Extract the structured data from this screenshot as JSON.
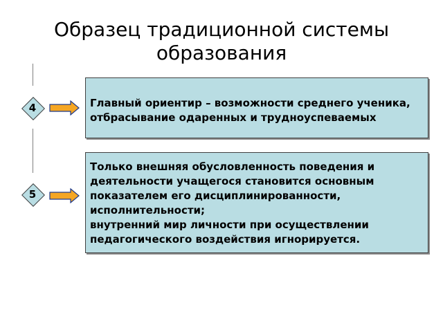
{
  "title": "Образец традиционной системы\nобразования",
  "blocks": [
    {
      "number": "4",
      "text": "Главный ориентир – возможности среднего ученика,\nотбрасывание одаренных и трудноуспеваемых"
    },
    {
      "number": "5",
      "text": "Только внешняя обусловленность поведения и\nдеятельности учащегося становится основным\nпоказателем его дисциплинированности,\nисполнительности;\nвнутренний мир личности при осуществлении\nпедагогического воздействия игнорируется."
    }
  ],
  "colors": {
    "box_fill": "#b9dde3",
    "arrow_fill": "#f5a623",
    "arrow_stroke": "#1f3a8a",
    "border": "#404040"
  }
}
